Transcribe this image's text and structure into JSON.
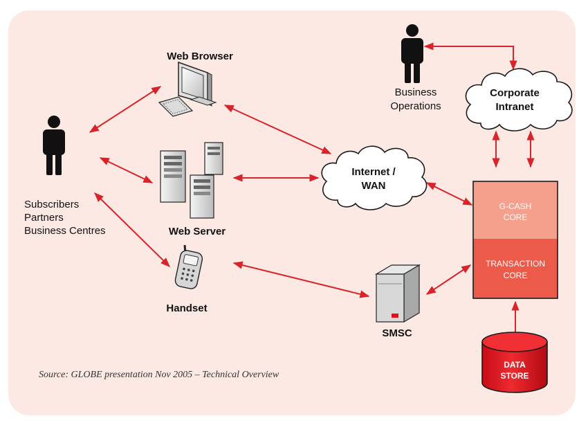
{
  "labels": {
    "web_browser": "Web Browser",
    "web_server": "Web Server",
    "handset": "Handset",
    "subscribers": [
      "Subscribers",
      "Partners",
      "Business Centres"
    ],
    "business_operations": [
      "Business",
      "Operations"
    ],
    "corporate_intranet": [
      "Corporate",
      "Intranet"
    ],
    "internet_wan": [
      "Internet /",
      "WAN"
    ],
    "gcash_core": [
      "G-CASH",
      "CORE"
    ],
    "transaction_core": [
      "TRANSACTION",
      "CORE"
    ],
    "smsc": "SMSC",
    "data_store": [
      "DATA",
      "STORE"
    ]
  },
  "source": "Source: GLOBE presentation Nov 2005 – Technical Overview",
  "colors": {
    "panel": "#fce9e3",
    "arrow": "#d8232a",
    "gcash_core": "#f4a08c",
    "transaction_core": "#ec5a4a",
    "data_store": "#e3101b"
  },
  "icons": [
    "person-icon",
    "computer-icon",
    "server-icon",
    "handset-icon",
    "cloud-icon",
    "smsc-icon",
    "database-icon"
  ]
}
